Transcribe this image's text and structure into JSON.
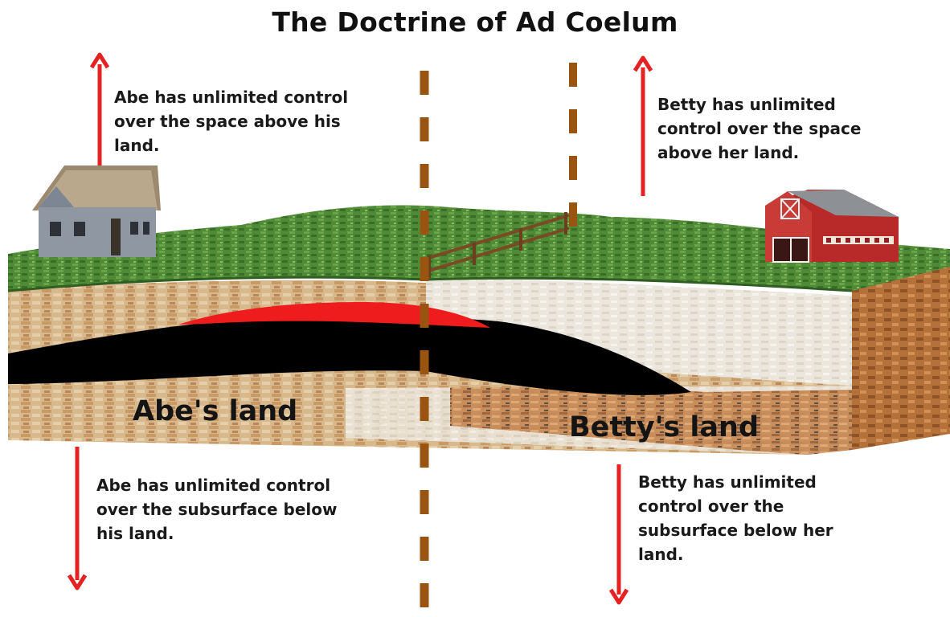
{
  "title": "The Doctrine of Ad Coelum",
  "notes": {
    "abe_above": [
      "Abe has unlimited control",
      "over the space above his",
      "land."
    ],
    "betty_above": [
      "Betty has unlimited",
      "control over the space",
      "above her land."
    ],
    "abe_below": [
      "Abe has unlimited control",
      "over the subsurface below",
      "his land."
    ],
    "betty_below": [
      "Betty has unlimited",
      "control over the",
      "subsurface below her",
      "land."
    ]
  },
  "land_labels": {
    "abe": "Abe's land",
    "betty": "Betty's land"
  },
  "colors": {
    "arrow": "#e52222",
    "boundary": "#9a5412",
    "oil": "#ee1c1c",
    "coal": "#000000",
    "grass": "#4f8a37",
    "barn": "#b8292a"
  },
  "icons": {
    "abe_house": "wooden-house-icon",
    "betty_barn": "red-barn-icon",
    "fence": "fence-icon"
  }
}
